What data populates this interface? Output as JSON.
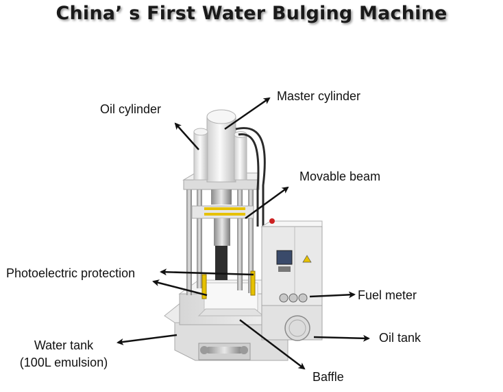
{
  "title": "China’ s First Water Bulging Machine",
  "labels": {
    "oil_cylinder": "Oil cylinder",
    "master_cylinder": "Master cylinder",
    "movable_beam": "Movable beam",
    "photoelectric_protection": "Photoelectric protection",
    "fuel_meter": "Fuel meter",
    "oil_tank": "Oil tank",
    "water_tank_line1": "Water tank",
    "water_tank_line2": "(100L emulsion)",
    "baffle": "Baffle"
  },
  "colors": {
    "text": "#111111",
    "arrow": "#111111",
    "machine_body": "#e4e4e4",
    "machine_shadow": "#b8b8b8",
    "cylinder_white": "#f2f2f2",
    "panel_screen": "#3a4a6a",
    "warning_yellow": "#e6c100",
    "hose_black": "#2a2a2a"
  }
}
